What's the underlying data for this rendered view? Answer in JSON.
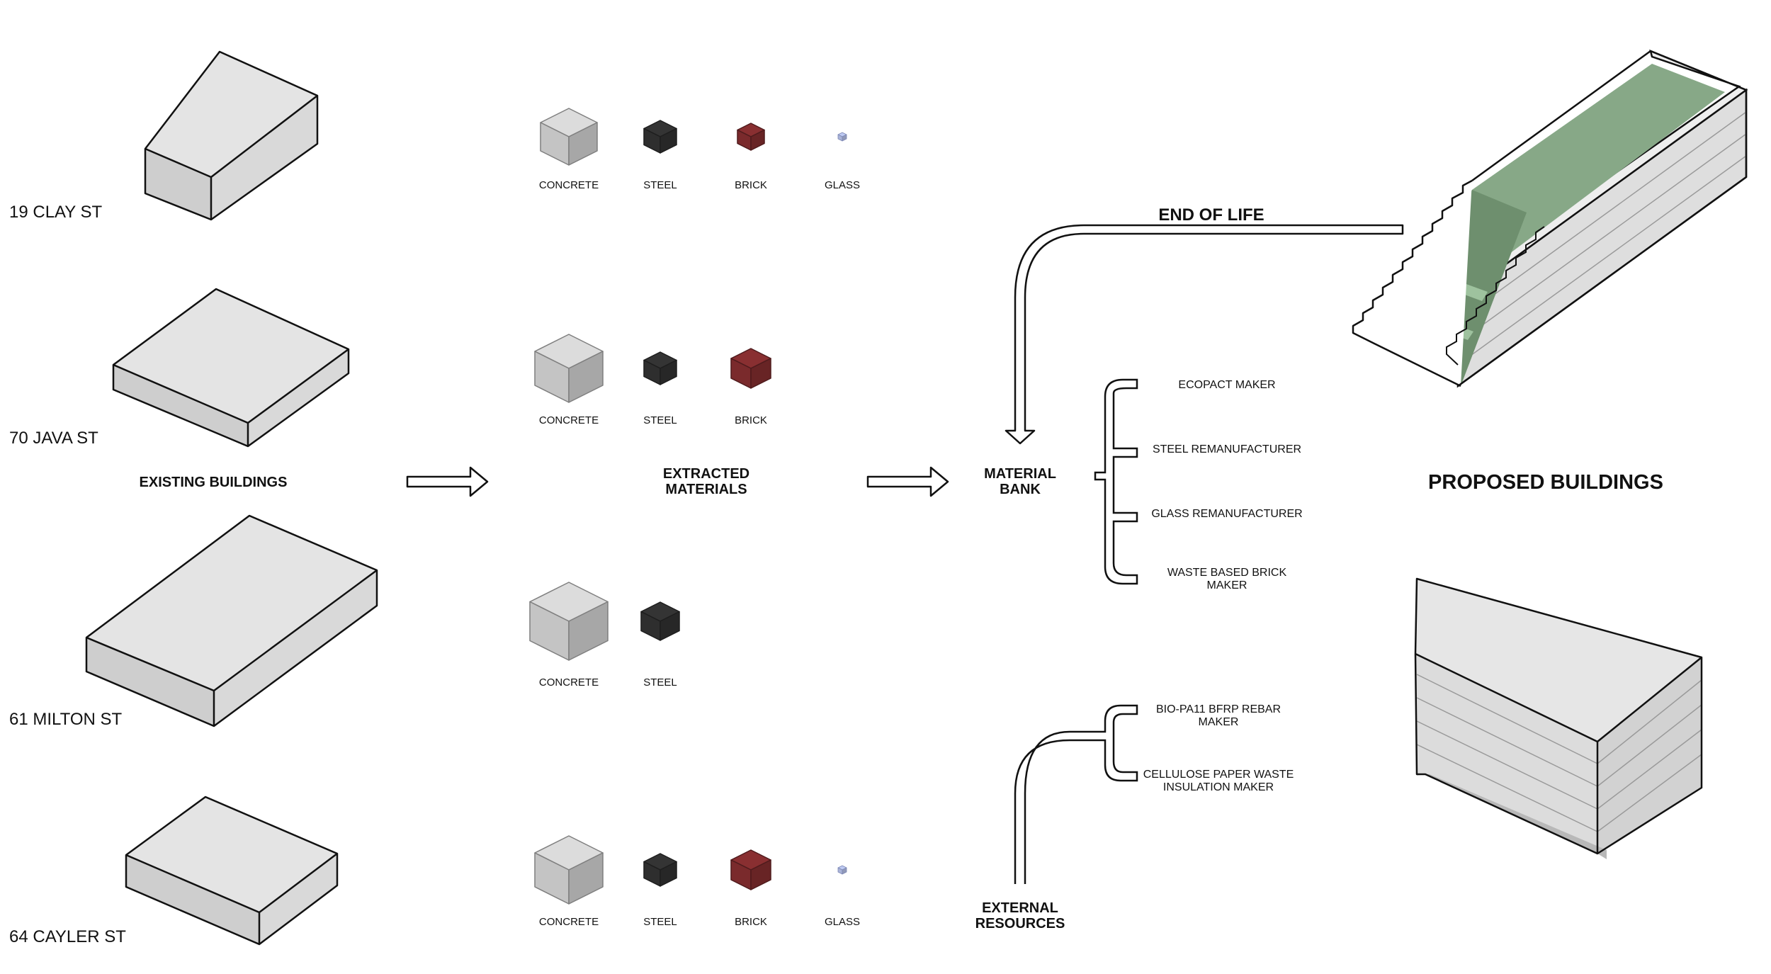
{
  "buildings": [
    {
      "address": "19 CLAY ST",
      "materials": [
        "CONCRETE",
        "STEEL",
        "BRICK",
        "GLASS"
      ]
    },
    {
      "address": "70 JAVA ST",
      "materials": [
        "CONCRETE",
        "STEEL",
        "BRICK"
      ]
    },
    {
      "address": "61 MILTON ST",
      "materials": [
        "CONCRETE",
        "STEEL"
      ]
    },
    {
      "address": "64 CAYLER ST",
      "materials": [
        "CONCRETE",
        "STEEL",
        "BRICK",
        "GLASS"
      ]
    }
  ],
  "labels": {
    "existing_buildings": "EXISTING BUILDINGS",
    "extracted_materials": [
      "EXTRACTED",
      "MATERIALS"
    ],
    "material_bank": [
      "MATERIAL",
      "BANK"
    ],
    "end_of_life": "END OF LIFE",
    "external_resources": [
      "EXTERNAL",
      "RESOURCES"
    ],
    "proposed_buildings": "PROPOSED BUILDINGS"
  },
  "manufacturers": [
    [
      "ECOPACT MAKER"
    ],
    [
      "STEEL REMANUFACTURER"
    ],
    [
      "GLASS REMANUFACTURER"
    ],
    [
      "WASTE BASED BRICK",
      "MAKER"
    ]
  ],
  "external_makers": [
    [
      "BIO-PA11 BFRP REBAR",
      "MAKER"
    ],
    [
      "CELLULOSE PAPER WASTE",
      "INSULATION MAKER"
    ]
  ],
  "colors": {
    "concrete": "#c4c4c4",
    "steel": "#2e2e2e",
    "brick": "#7a2a2c",
    "glass": "#aab4d8",
    "green_roof": "#87a887",
    "building_top": "#e6e6e6",
    "building_side": "#cfcfcf",
    "building_front": "#dcdcdc"
  }
}
